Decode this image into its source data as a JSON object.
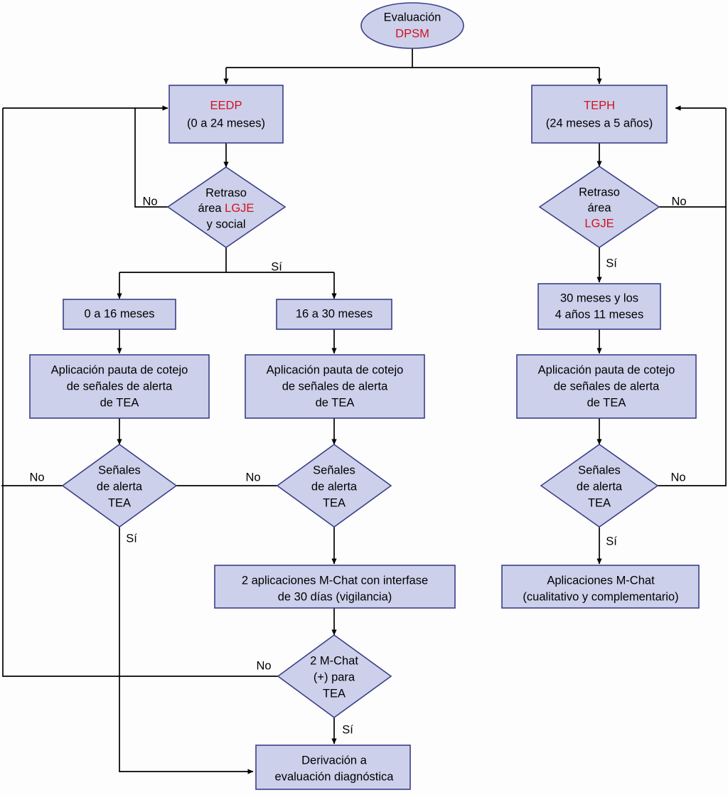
{
  "diagram": {
    "title_text": "Evaluación DPSM",
    "accent_color": "#d31021",
    "node_fill": "#ccd0ea",
    "node_stroke": "#3b3f87",
    "line_color": "#000000",
    "background": "#ffffff"
  },
  "nodes": {
    "start": {
      "shape": "ellipse",
      "line1": "Evaluación",
      "line2": "DPSM"
    },
    "eedp": {
      "shape": "rect",
      "line1": "EEDP",
      "line2": "(0 a 24 meses)"
    },
    "teph": {
      "shape": "rect",
      "line1": "TEPH",
      "line2": "(24 meses a 5 años)"
    },
    "retraso_left": {
      "shape": "diamond",
      "line1": "Retraso",
      "line2a": "área ",
      "line2b": "LGJE",
      "line3": "y social"
    },
    "retraso_right": {
      "shape": "diamond",
      "line1": "Retraso",
      "line2": "área",
      "line3": "LGJE"
    },
    "range_0_16": {
      "shape": "rect",
      "line1": "0 a 16 meses"
    },
    "range_16_30": {
      "shape": "rect",
      "line1": "16 a 30 meses"
    },
    "range_30_meses": {
      "shape": "rect",
      "line1": "30 meses y los",
      "line2": "4 años 11 meses"
    },
    "pauta_left": {
      "shape": "rect",
      "line1": "Aplicación pauta de cotejo",
      "line2": "de señales de alerta",
      "line3": "de TEA"
    },
    "pauta_mid": {
      "shape": "rect",
      "line1": "Aplicación pauta de cotejo",
      "line2": "de señales de alerta",
      "line3": "de TEA"
    },
    "pauta_right": {
      "shape": "rect",
      "line1": "Aplicación pauta de cotejo",
      "line2": "de señales de alerta",
      "line3": "de TEA"
    },
    "senales_left": {
      "shape": "diamond",
      "line1": "Señales",
      "line2": "de alerta",
      "line3": "TEA"
    },
    "senales_mid": {
      "shape": "diamond",
      "line1": "Señales",
      "line2": "de alerta",
      "line3": "TEA"
    },
    "senales_right": {
      "shape": "diamond",
      "line1": "Señales",
      "line2": "de alerta",
      "line3": "TEA"
    },
    "mchat_mid": {
      "shape": "rect",
      "line1": "2 aplicaciones M-Chat con interfase",
      "line2": "de 30 días (vigilancia)"
    },
    "mchat_right": {
      "shape": "rect",
      "line1": "Aplicaciones M-Chat",
      "line2": "(cualitativo y complementario)"
    },
    "mchat_decision": {
      "shape": "diamond",
      "line1": "2 M-Chat",
      "line2": "(+) para",
      "line3": "TEA"
    },
    "derivacion": {
      "shape": "rect",
      "line1": "Derivación a",
      "line2": "evaluación diagnóstica"
    }
  },
  "edge_labels": {
    "retraso_left_no": "No",
    "retraso_left_si": "Sí",
    "retraso_right_no": "No",
    "retraso_right_si": "Sí",
    "senales_left_no": "No",
    "senales_left_si": "Sí",
    "senales_mid_no": "No",
    "senales_right_no": "No",
    "senales_right_si": "Sí",
    "mchat_decision_no": "No",
    "mchat_decision_si": "Sí"
  }
}
